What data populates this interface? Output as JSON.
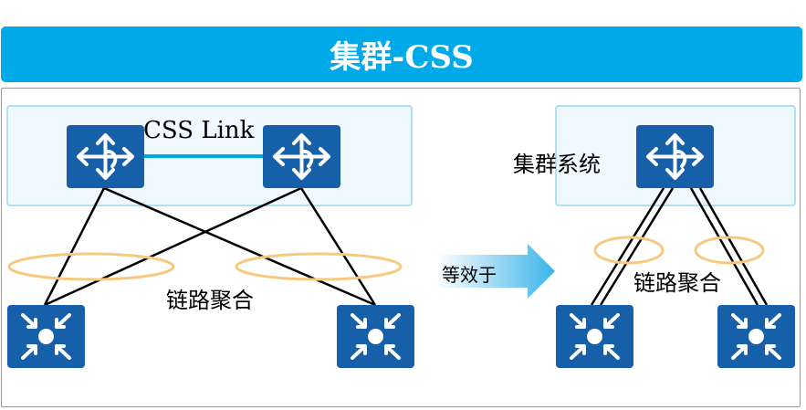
{
  "title": "集群-CSS",
  "left": {
    "css_link_label": "CSS Link",
    "link_agg_label": "链路聚合"
  },
  "arrow_label": "等效于",
  "right": {
    "cluster_label": "集群系统",
    "link_agg_label": "链路聚合"
  },
  "colors": {
    "title_bg": "#00AAE8",
    "device": "#1560A8",
    "panel_bg": "#EEF8FD",
    "panel_border": "#9ED6EE",
    "css_link": "#00AAE8",
    "ellipse": "#F7C97E"
  },
  "icons": {
    "router": "router-icon",
    "switch": "switch-icon",
    "arrow": "right-arrow-icon"
  }
}
